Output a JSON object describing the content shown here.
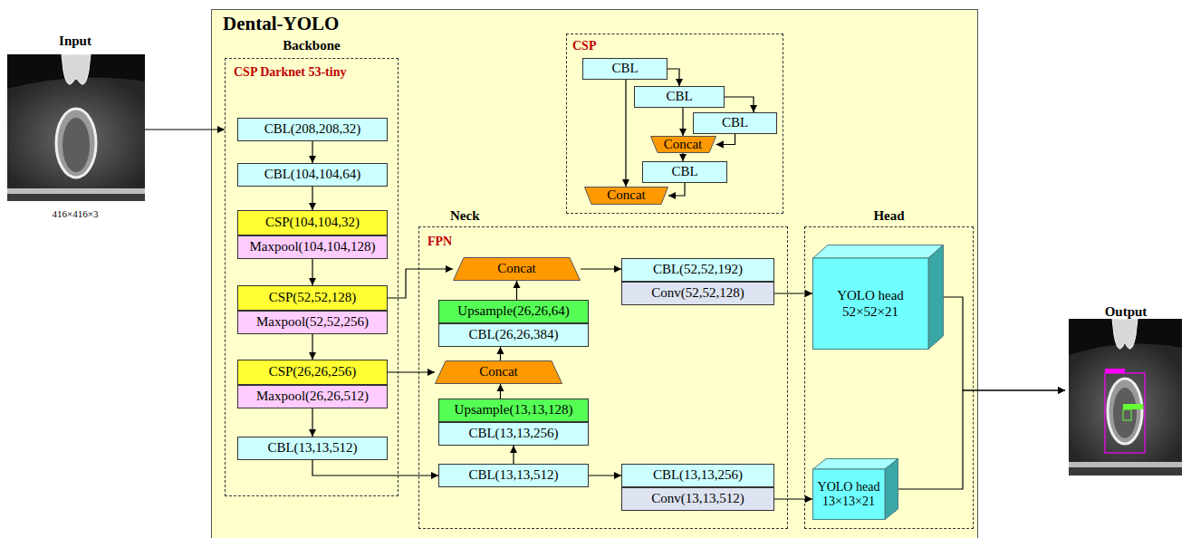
{
  "diagram": {
    "nodes": [
      {
        "text": [
          "Input",
          "416×416×3"
        ]
      },
      {
        "text": [
          "Dental-YOLO"
        ]
      },
      {
        "text": [
          "Backbone",
          "CSP Darknet 53-tiny"
        ],
        "in": 1
      },
      {
        "text": [
          "CBL(208,208,32)"
        ],
        "in": 2
      },
      {
        "text": [
          "CBL(104,104,64)"
        ],
        "in": 2
      },
      {
        "text": [
          "CSP(104,104,32)"
        ],
        "in": 2
      },
      {
        "text": [
          "Maxpool(104,104,128)"
        ],
        "in": 2
      },
      {
        "text": [
          "CSP(52,52,128)"
        ],
        "in": 2
      },
      {
        "text": [
          "Maxpool(52,52,256)"
        ],
        "in": 2
      },
      {
        "text": [
          "CSP(26,26,256)"
        ],
        "in": 2
      },
      {
        "text": [
          "Maxpool(26,26,512)"
        ],
        "in": 2
      },
      {
        "text": [
          "CBL(13,13,512)"
        ],
        "in": 2
      },
      {
        "text": [
          "CSP"
        ],
        "in": 1
      },
      {
        "text": [
          "CBL"
        ],
        "in": 12
      },
      {
        "text": [
          "CBL"
        ],
        "in": 12
      },
      {
        "text": [
          "CBL"
        ],
        "in": 12
      },
      {
        "text": [
          "Concat"
        ],
        "in": 12
      },
      {
        "text": [
          "CBL"
        ],
        "in": 12
      },
      {
        "text": [
          "Concat"
        ],
        "in": 12
      },
      {
        "text": [
          "Neck",
          "FPN"
        ],
        "in": 1
      },
      {
        "text": [
          "Concat"
        ],
        "in": 19
      },
      {
        "text": [
          "Upsample(26,26,64)"
        ],
        "in": 19
      },
      {
        "text": [
          "CBL(26,26,384)"
        ],
        "in": 19
      },
      {
        "text": [
          "Concat"
        ],
        "in": 19
      },
      {
        "text": [
          "Upsample(13,13,128)"
        ],
        "in": 19
      },
      {
        "text": [
          "CBL(13,13,256)"
        ],
        "in": 19
      },
      {
        "text": [
          "CBL(13,13,512)"
        ],
        "in": 19
      },
      {
        "text": [
          "CBL(52,52,192)"
        ],
        "in": 19
      },
      {
        "text": [
          "Conv(52,52,128)"
        ],
        "in": 19
      },
      {
        "text": [
          "CBL(13,13,256)"
        ],
        "in": 19
      },
      {
        "text": [
          "Conv(13,13,512)"
        ],
        "in": 19
      },
      {
        "text": [
          "Head"
        ],
        "in": 1
      },
      {
        "text": [
          "YOLO head 52×52×21"
        ],
        "in": 31
      },
      {
        "text": [
          "YOLO head 13×13×21"
        ],
        "in": 31
      },
      {
        "text": [
          "Output"
        ]
      }
    ],
    "edges": [
      {
        "from": 0,
        "to": 2,
        "arrow": "to"
      },
      {
        "from": 3,
        "to": 4,
        "arrow": "to"
      },
      {
        "from": 4,
        "to": 5,
        "arrow": "to"
      },
      {
        "from": 6,
        "to": 7,
        "arrow": "to"
      },
      {
        "from": 8,
        "to": 9,
        "arrow": "to"
      },
      {
        "from": 10,
        "to": 11,
        "arrow": "to"
      },
      {
        "from": 7,
        "to": 20,
        "arrow": "to"
      },
      {
        "from": 9,
        "to": 23,
        "arrow": "to"
      },
      {
        "from": 11,
        "to": 26,
        "arrow": "to"
      },
      {
        "from": 26,
        "to": 25,
        "arrow": "to"
      },
      {
        "from": 24,
        "to": 23,
        "arrow": "to"
      },
      {
        "from": 23,
        "to": 22,
        "arrow": "to"
      },
      {
        "from": 21,
        "to": 20,
        "arrow": "to"
      },
      {
        "from": 20,
        "to": 27,
        "arrow": "to"
      },
      {
        "from": 26,
        "to": 29,
        "arrow": "to"
      },
      {
        "from": 28,
        "to": 32,
        "arrow": "to"
      },
      {
        "from": 30,
        "to": 33,
        "arrow": "to"
      },
      {
        "from": 32,
        "to": 34,
        "arrow": "to"
      },
      {
        "from": 33,
        "to": 34,
        "arrow": "to"
      },
      {
        "from": 13,
        "to": 14,
        "arrow": "to"
      },
      {
        "from": 14,
        "to": 15,
        "arrow": "to"
      },
      {
        "from": 14,
        "to": 16,
        "arrow": "to"
      },
      {
        "from": 15,
        "to": 16,
        "arrow": "to"
      },
      {
        "from": 16,
        "to": 17,
        "arrow": "to"
      },
      {
        "from": 13,
        "to": 18,
        "arrow": "to"
      },
      {
        "from": 17,
        "to": 18,
        "arrow": "to"
      }
    ]
  }
}
